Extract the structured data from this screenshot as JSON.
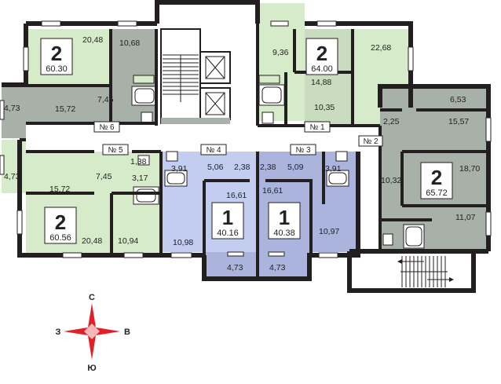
{
  "compass": {
    "north": "С",
    "south": "Ю",
    "west": "З",
    "east": "В"
  },
  "colors": {
    "green_apartment": "#d6ebc9",
    "grey_apartment": "#a8b1a8",
    "blue_apartment": "#c3cdef",
    "blue_balcony": "#aab4dd",
    "wall": "#231f20",
    "compass_red": "#e31e24"
  },
  "apartment_labels": [
    "№ 1",
    "№ 2",
    "№ 3",
    "№ 4",
    "№ 5",
    "№ 6"
  ],
  "apartments": [
    {
      "rooms": "2",
      "total": "60.30"
    },
    {
      "rooms": "2",
      "total": "64.00"
    },
    {
      "rooms": "2",
      "total": "65.72"
    },
    {
      "rooms": "1",
      "total": "40.16"
    },
    {
      "rooms": "1",
      "total": "40.38"
    },
    {
      "rooms": "2",
      "total": "60.56"
    }
  ],
  "room_areas": [
    "20,48",
    "10,68",
    "7,45",
    "15,72",
    "4,73",
    "9,36",
    "22,68",
    "14,88",
    "10,35",
    "6,53",
    "2,25",
    "15,57",
    "18,70",
    "10,32",
    "11,07",
    "1,38",
    "3,91",
    "3,17",
    "5,06",
    "2,38",
    "2,38",
    "5,09",
    "3,91",
    "16,61",
    "16,61",
    "10,98",
    "10,97",
    "4,73",
    "4,73",
    "4,73",
    "15,72",
    "7,45",
    "20,48",
    "10,94"
  ]
}
